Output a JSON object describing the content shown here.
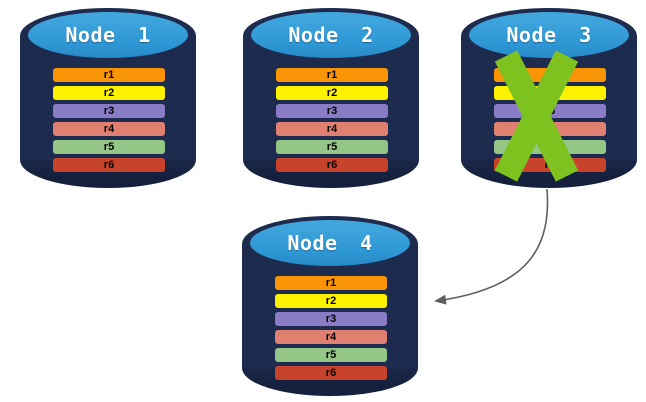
{
  "diagram": {
    "nodes": [
      {
        "label": "Node 1",
        "failed": false
      },
      {
        "label": "Node 2",
        "failed": false
      },
      {
        "label": "Node 3",
        "failed": true
      },
      {
        "label": "Node 4",
        "failed": false
      }
    ],
    "rows": [
      {
        "label": "r1",
        "color": "#F89406"
      },
      {
        "label": "r2",
        "color": "#FDF100"
      },
      {
        "label": "r3",
        "color": "#8A7CC4"
      },
      {
        "label": "r4",
        "color": "#DF8070"
      },
      {
        "label": "r5",
        "color": "#94C687"
      },
      {
        "label": "r6",
        "color": "#C8432B"
      }
    ],
    "colors": {
      "cylinder_body": "#1D2B4E",
      "cylinder_bottom_shade": "#15203D",
      "cylinder_top": "#2E97D5",
      "failure_x": "#7DC21E",
      "arrow": "#5F5F5F"
    },
    "arrow": {
      "from_node": "Node 3",
      "to_node": "Node 4"
    }
  }
}
